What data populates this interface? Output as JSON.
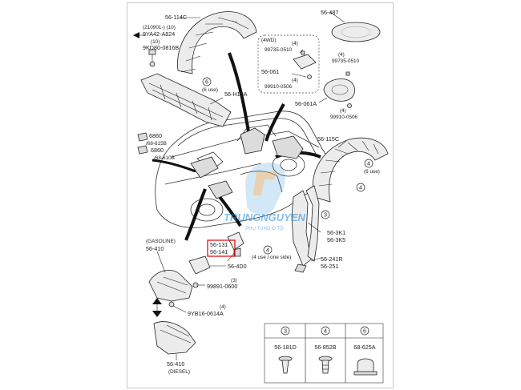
{
  "colors": {
    "border": "#c8c8c8",
    "line": "#222222",
    "highlight": "#e00000",
    "watermark_blue": "#1e88d8",
    "watermark_orange": "#f08a1c"
  },
  "labels": {
    "l56_114c": "56-114C",
    "l210901": "(210901-) (10)",
    "l9ya42": "9YA42-A824",
    "l10": "(10)",
    "l9kd80": "9KD80-0816B",
    "l56_487": "56-487",
    "l4wd": "(4WD)",
    "l_4a": "(4)",
    "l99735_a": "99735-0510",
    "l56_061": "56-061",
    "l_4b": "(4)",
    "l99910_a": "99910-0506",
    "l_4c": "(4)",
    "l99735_b": "99735-0510",
    "l56_061a": "56-061A",
    "l_4d": "(4)",
    "l99910_b": "99910-0506",
    "l6use": "(6 use)",
    "l56_h10a": "56-H10A",
    "l6860a": "6860",
    "l68_615b": "/68-615B",
    "l6860b": "6860",
    "l68_610b": "/68-610B",
    "l56_115c": "56-115C",
    "l6use2": "(6 use)",
    "lgasoline": "(GASOLINE)",
    "l56_410a": "56-410",
    "l56_131": "56-131",
    "l56_141": "56-141",
    "l4useone": "(4 use / one side)",
    "l56_4d0": "56-4D0",
    "l_3a": "(3)",
    "l99891": "99891-0600",
    "l_4e": "(4)",
    "l9yb16": "9YB16-0614A",
    "l56_3k1": "56-3K1",
    "l56_3k5": "56-3K5",
    "l56_241r": "56-241R",
    "l56_251": "56-251",
    "l56_410b": "56-410",
    "ldiesel": "(DIESEL)",
    "c3": "3",
    "c4a": "4",
    "c6": "6",
    "c4b": "4",
    "c4c": "4",
    "c3b": "3"
  },
  "watermark": {
    "brand": "TRUNGNGUYEN",
    "tagline": "PHỤ TÙNG Ô TÔ"
  },
  "fastener_table": {
    "headers": [
      "3",
      "4",
      "6"
    ],
    "parts": [
      "56-181D",
      "56-852B",
      "68-625A"
    ]
  }
}
